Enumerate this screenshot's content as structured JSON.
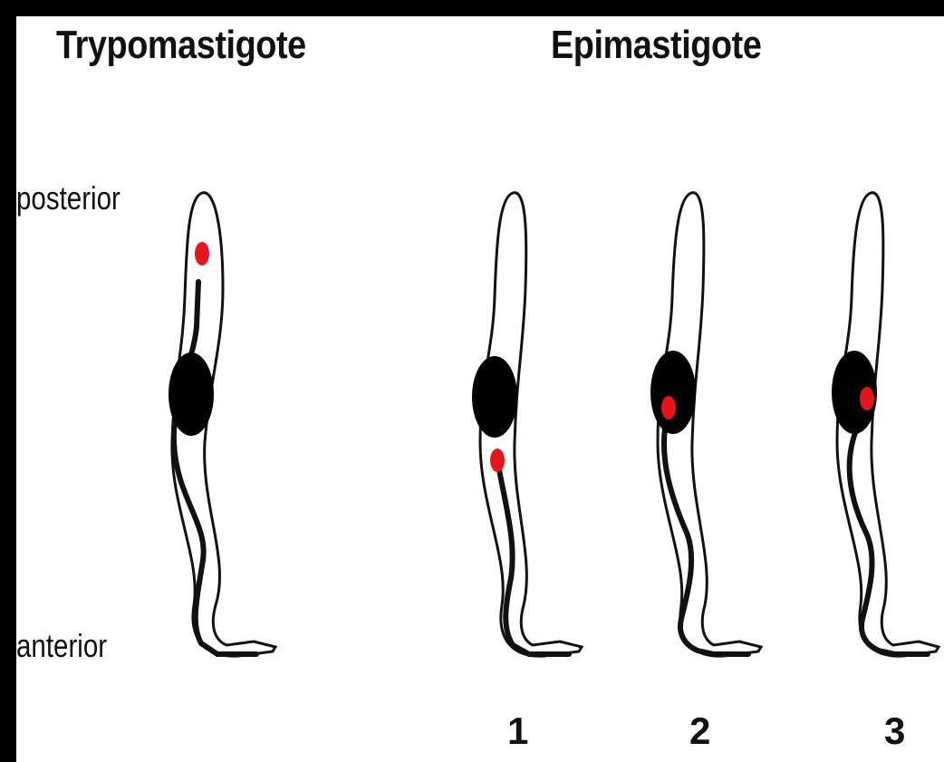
{
  "titles": {
    "trypomastigote": "Trypomastigote",
    "epimastigote": "Epimastigote"
  },
  "orientation": {
    "top": "posterior",
    "bottom": "anterior"
  },
  "epimastigote_numbers": [
    "1",
    "2",
    "3"
  ],
  "colors": {
    "background_frame": "#000000",
    "cell_fill": "#ffffff",
    "cell_outline": "#111111",
    "nucleus": "#000000",
    "kinetoplast": "#e8141c"
  }
}
